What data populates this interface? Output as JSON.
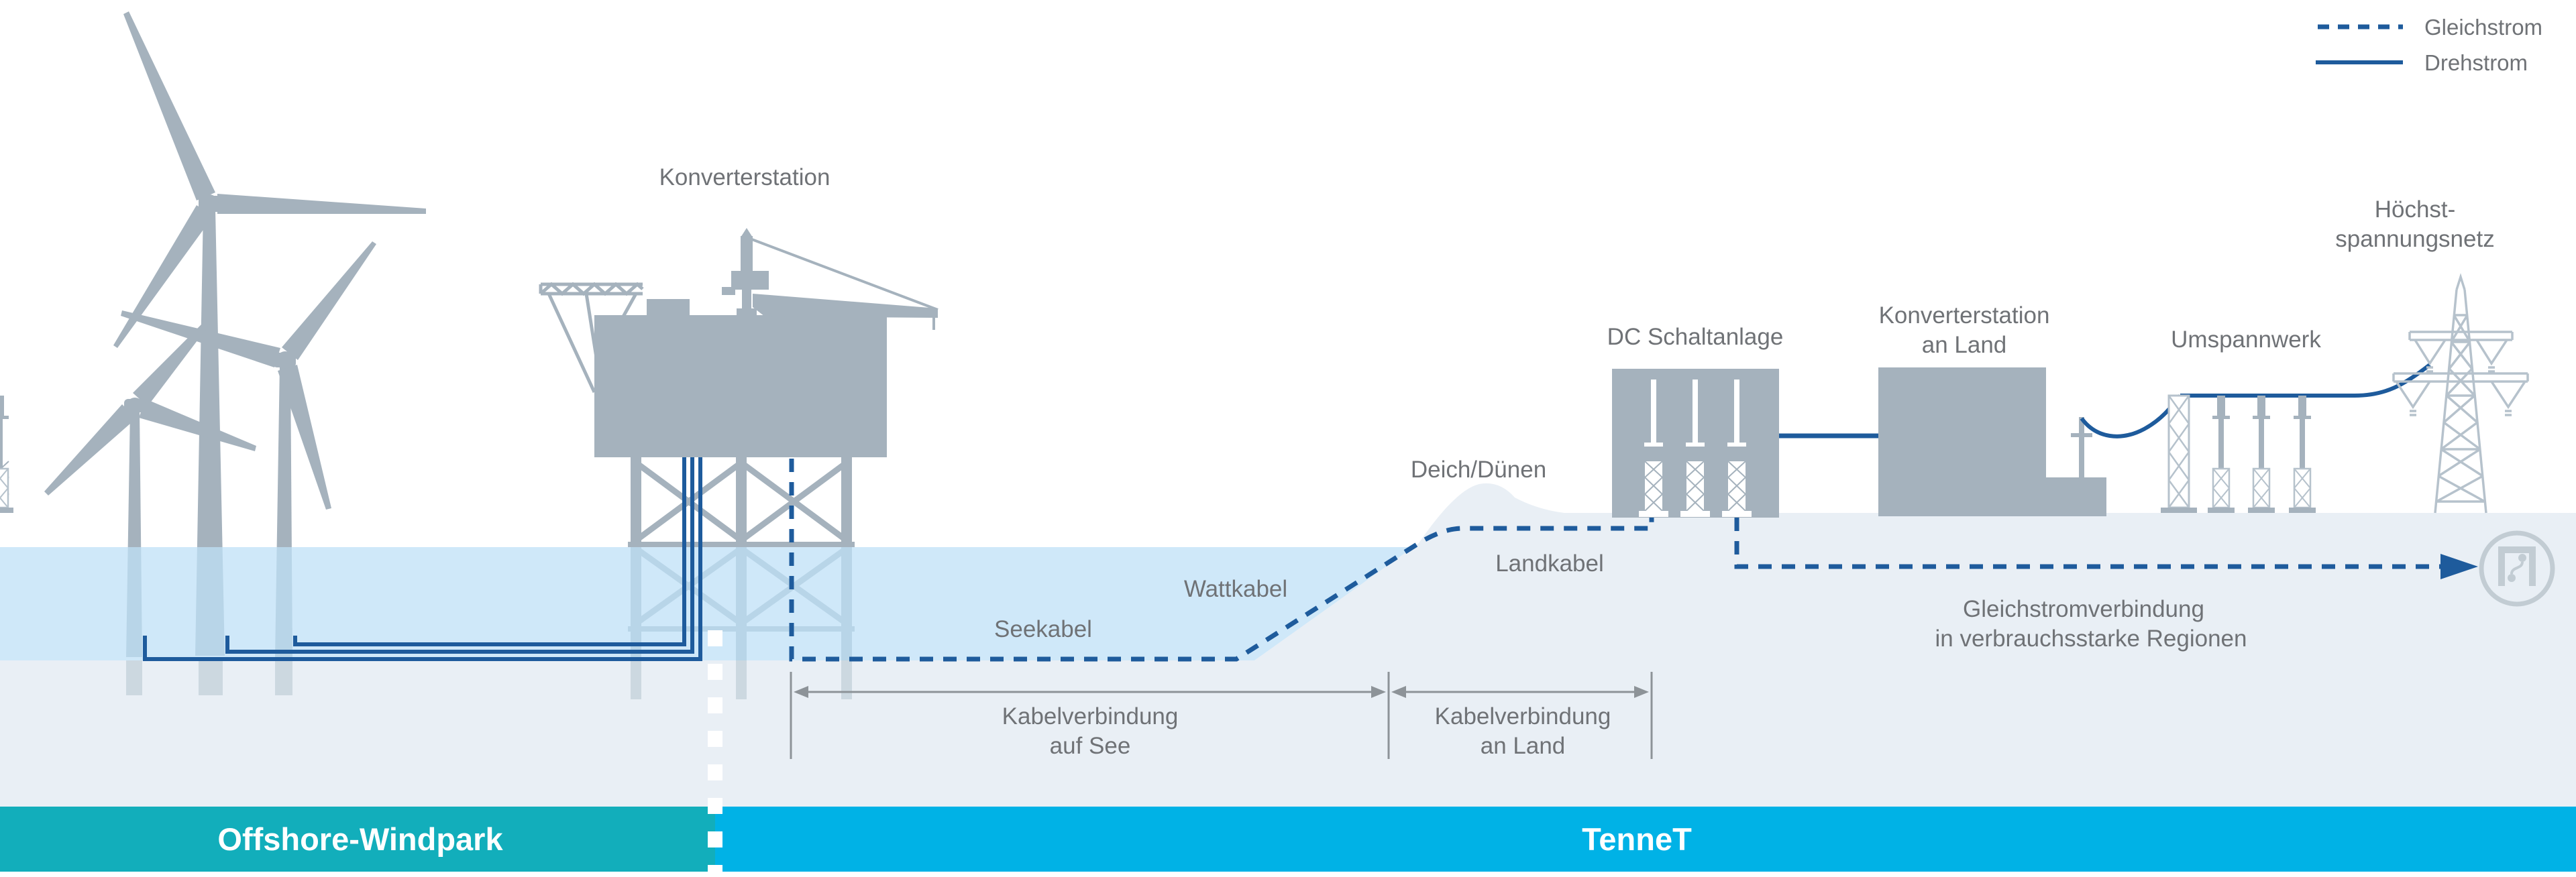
{
  "colors": {
    "water": "#bfe0f7",
    "sand": "#e9eff5",
    "structure": "#a5b2bd",
    "structure-light": "#b6c2cc",
    "stub": "#ccd8e0",
    "cable": "#1e5b9c",
    "label": "#6f7276",
    "bracket": "#8d9398",
    "teal": "#12aebb",
    "cyan": "#00b2e6",
    "icon-gray": "#c2ccd3"
  },
  "legend": {
    "gleichstrom": "Gleichstrom",
    "drehstrom": "Drehstrom"
  },
  "labels": {
    "konverterstation_offshore": "Konverterstation",
    "seekabel": "Seekabel",
    "wattkabel": "Wattkabel",
    "deich_duenen": "Deich/Dünen",
    "landkabel": "Landkabel",
    "dc_schaltanlage": "DC Schaltanlage",
    "konverterstation_land_1": "Konverterstation",
    "konverterstation_land_2": "an Land",
    "umspannwerk": "Umspannwerk",
    "hoechstspannungsnetz_1": "Höchst-",
    "hoechstspannungsnetz_2": "spannungsnetz",
    "gleichstromverbindung_1": "Gleichstromverbindung",
    "gleichstromverbindung_2": "in verbrauchsstarke Regionen",
    "kabelverbindung_see_1": "Kabelverbindung",
    "kabelverbindung_see_2": "auf See",
    "kabelverbindung_land_1": "Kabelverbindung",
    "kabelverbindung_land_2": "an Land"
  },
  "footer": {
    "offshore_windpark": "Offshore-Windpark",
    "tennet": "TenneT"
  },
  "icons": {
    "wind_turbine": "wind-turbine-icon",
    "converter_platform": "offshore-converter-platform-icon",
    "crane": "crane-icon",
    "helideck": "helideck-truss-icon",
    "dc_switchgear": "dc-switchgear-icon",
    "onshore_converter": "onshore-converter-icon",
    "substation": "substation-icon",
    "pylon": "transmission-pylon-icon",
    "consumption_region": "consumption-region-icon"
  }
}
